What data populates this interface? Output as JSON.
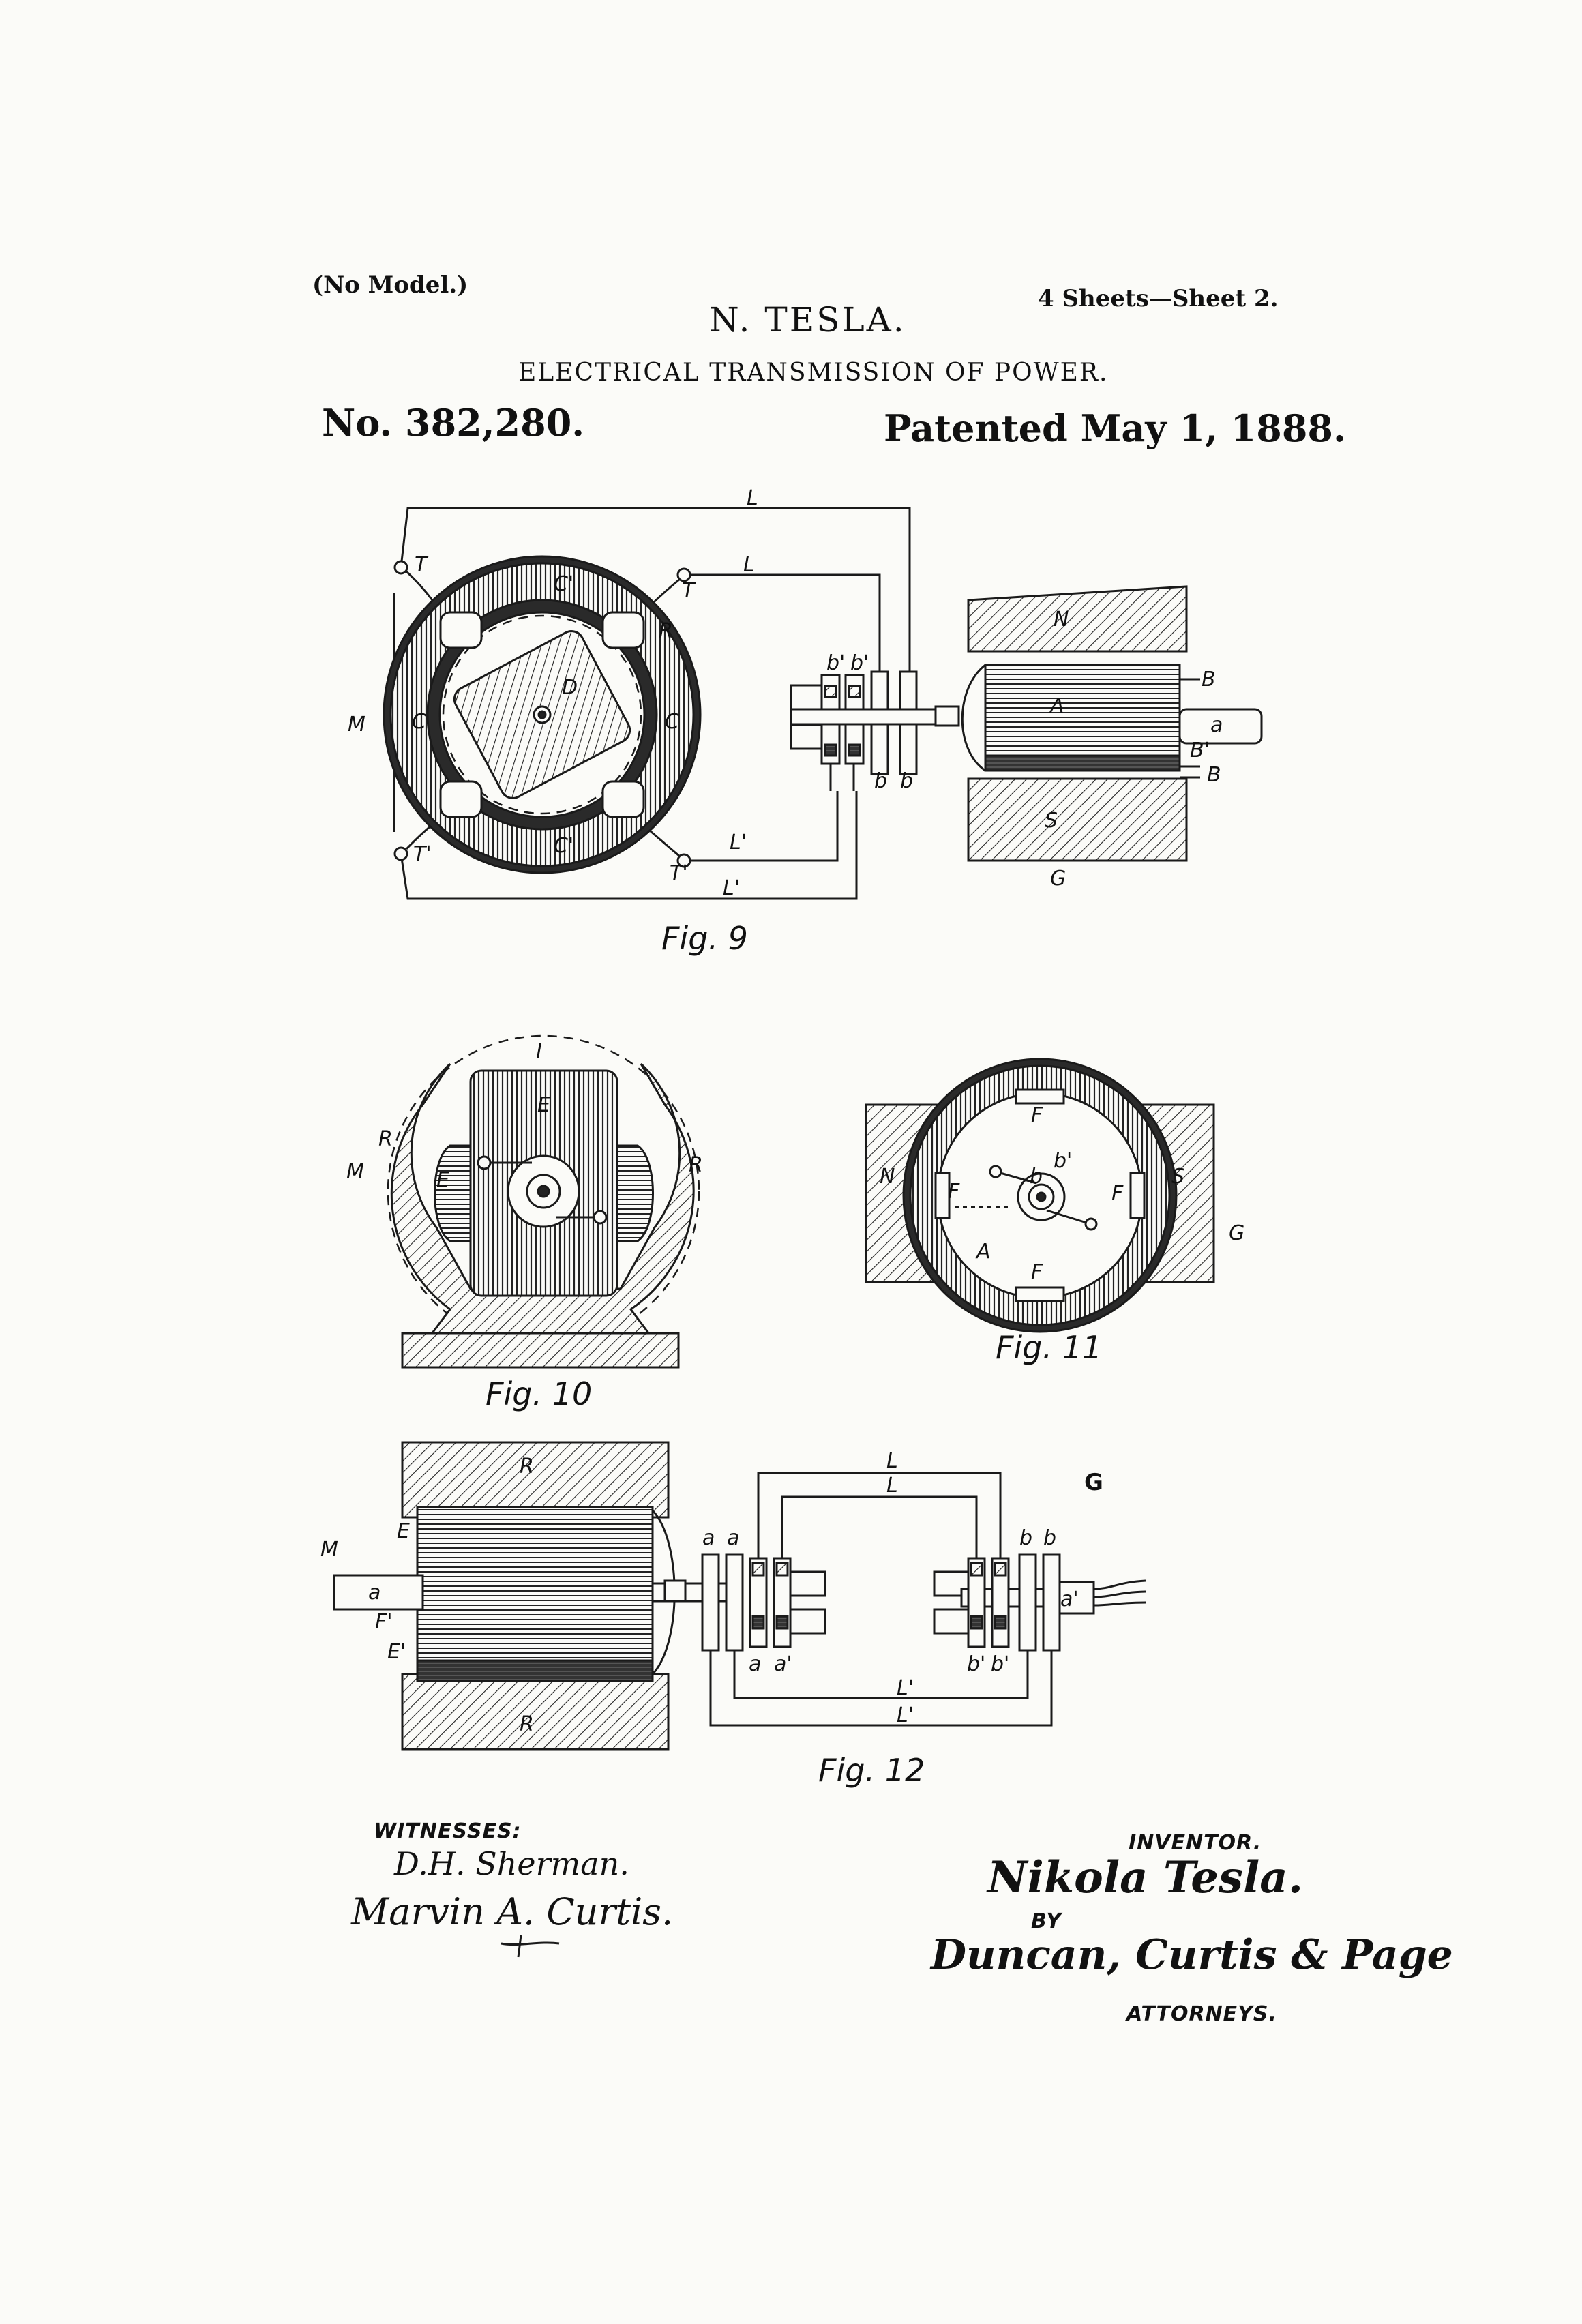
{
  "header": {
    "no_model": "(No Model.)",
    "sheets": "4 Sheets—Sheet 2.",
    "inventor_name": "N. TESLA.",
    "title": "ELECTRICAL TRANSMISSION OF POWER.",
    "patent_number": "No. 382,280.",
    "patent_date": "Patented May 1, 1888."
  },
  "figures": {
    "fig9": {
      "caption": "Fig. 9",
      "labels": {
        "L_top": "L",
        "L_mid": "L",
        "L1_a": "L'",
        "L1_b": "L'",
        "T_left": "T",
        "T_right": "T",
        "T1_left": "T'",
        "T1_right": "T'",
        "C1_top": "C'",
        "C1_bottom": "C'",
        "C_left": "C",
        "C_right": "C",
        "R": "R",
        "D": "D",
        "M": "M",
        "b1_a": "b'",
        "b1_b": "b'",
        "b_a": "b",
        "b_b": "b",
        "N": "N",
        "S": "S",
        "A": "A",
        "a": "a",
        "B_top": "B",
        "B1": "B'",
        "B_bottom": "B",
        "G": "G"
      }
    },
    "fig10": {
      "caption": "Fig. 10",
      "labels": {
        "I": "I",
        "E_top": "E",
        "E_left": "E",
        "R_left": "R",
        "R_right": "R",
        "M": "M"
      }
    },
    "fig11": {
      "caption": "Fig. 11",
      "labels": {
        "N": "N",
        "S": "S",
        "F_top": "F",
        "F_left": "F",
        "F_right": "F",
        "F_bottom": "F",
        "b1": "b'",
        "b": "b",
        "A": "A",
        "G": "G"
      }
    },
    "fig12": {
      "caption": "Fig. 12",
      "labels": {
        "R_top": "R",
        "R_bottom": "R",
        "M": "M",
        "E": "E",
        "E1": "E'",
        "F1": "F'",
        "a_shaft": "a",
        "a1_shaft": "a'",
        "a_c1": "a",
        "a_c2": "a",
        "a1_c1": "a",
        "a1_c2": "a'",
        "b_c1": "b",
        "b_c2": "b",
        "b1_c1": "b'",
        "b1_c2": "b'",
        "L_top": "L",
        "L_mid": "L",
        "L1_a": "L'",
        "L1_b": "L'",
        "G": "G"
      }
    }
  },
  "signatures": {
    "witnesses_label": "WITNESSES:",
    "witness_1": "D.H. Sherman.",
    "witness_2": "Marvin A. Curtis.",
    "inventor_label": "INVENTOR.",
    "inventor_signature": "Nikola Tesla.",
    "by_label": "BY",
    "attorneys_signature": "Duncan, Curtis & Page",
    "attorneys_label": "ATTORNEYS."
  }
}
